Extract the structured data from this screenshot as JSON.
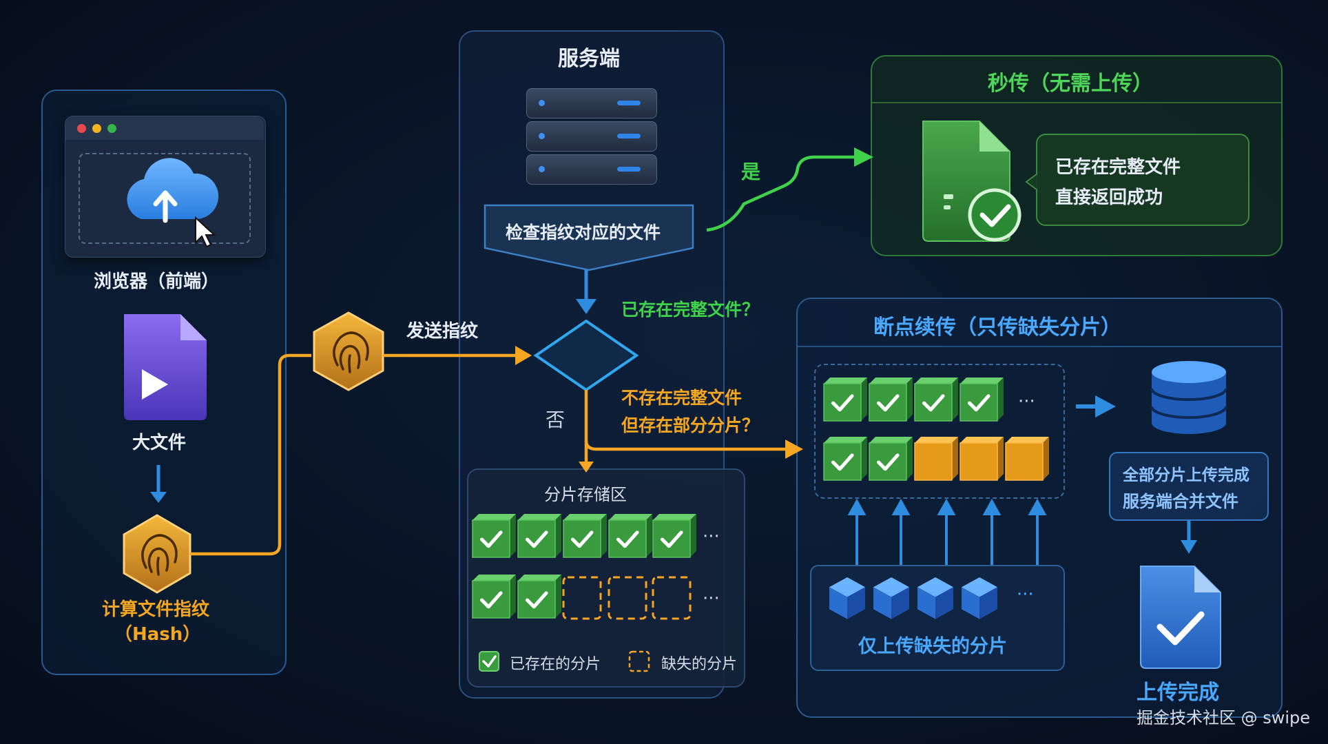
{
  "browser": {
    "label": "浏览器（前端）",
    "big_file_label": "大文件",
    "hash_label_line1": "计算文件指纹",
    "hash_label_line2": "（Hash）"
  },
  "flow": {
    "send_fingerprint": "发送指纹",
    "yes": "是",
    "no": "否",
    "question_exists": "已存在完整文件？",
    "question_partial_line1": "不存在完整文件",
    "question_partial_line2": "但存在部分分片？"
  },
  "server": {
    "title": "服务端",
    "check_label": "检查指纹对应的文件",
    "storage_title": "分片存储区",
    "legend_existing": "已存在的分片",
    "legend_missing": "缺失的分片",
    "ellipsis": "···"
  },
  "instant": {
    "title": "秒传（无需上传）",
    "message_line1": "已存在完整文件",
    "message_line2": "直接返回成功"
  },
  "resume": {
    "title": "断点续传（只传缺失分片）",
    "upload_missing": "仅上传缺失的分片",
    "merge_line1": "全部分片上传完成",
    "merge_line2": "服务端合并文件",
    "done": "上传完成",
    "ellipsis": "···"
  },
  "watermark": "掘金技术社区 @ swipe",
  "colors": {
    "accent_blue": "#2f8de0",
    "accent_green": "#3fd24a",
    "accent_orange": "#f5a623",
    "chunk_green": "#3a9a3e",
    "chunk_orange": "#e59a1a"
  }
}
